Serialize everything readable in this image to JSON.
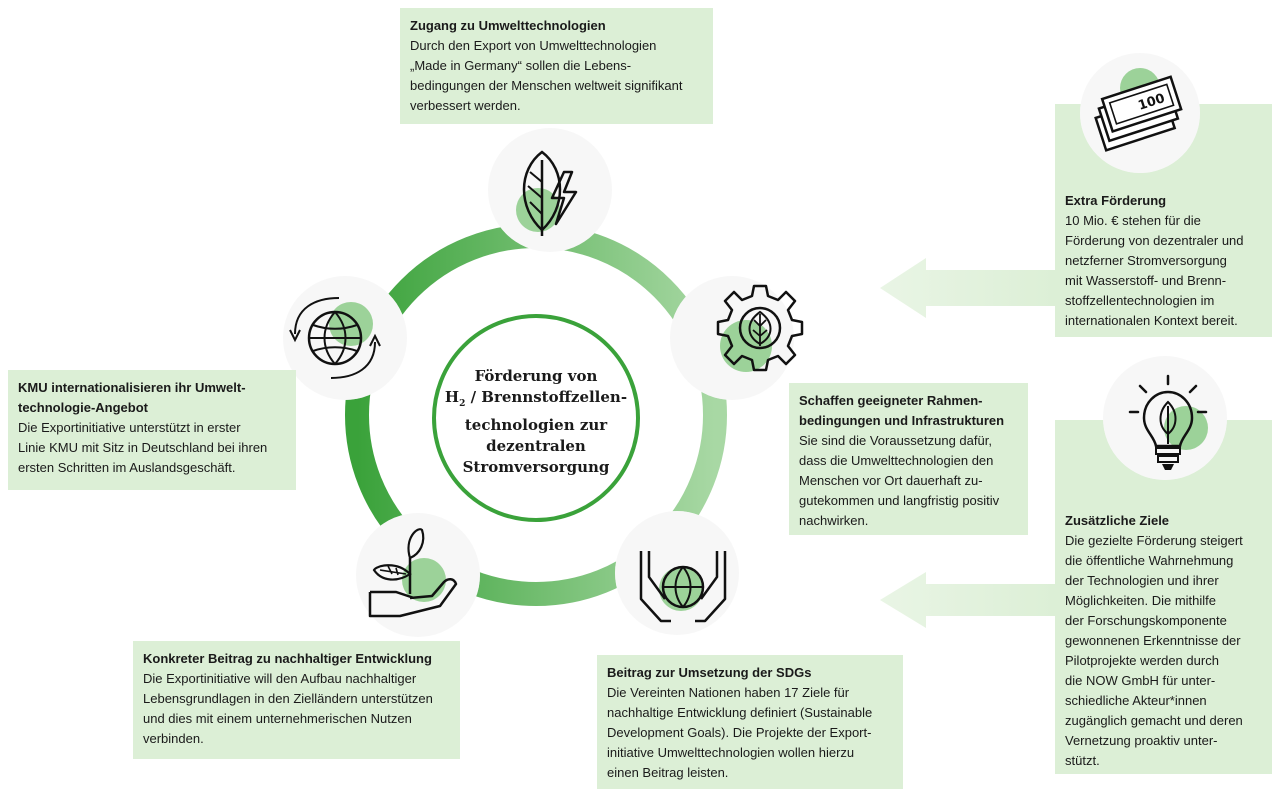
{
  "center": {
    "line1": "Förderung von",
    "h": "H",
    "h_sub": "2",
    "line2_rest": " / Brennstoffzellen-",
    "line3": "technologien zur",
    "line4": "dezentralen",
    "line5": "Stromversorgung"
  },
  "boxes": {
    "zugang": {
      "title": "Zugang zu Umwelttechnologien",
      "text": "Durch den Export von Umwelttechnologien\n„Made in Germany“ sollen die Lebens-\nbedingungen der Menschen weltweit signifikant\nverbessert werden."
    },
    "kmu": {
      "title": "KMU internationalisieren ihr Umwelt-\ntechnologie-Angebot",
      "text": "Die Exportinitiative unterstützt in erster\nLinie KMU mit Sitz in Deutschland bei ihren\nersten Schritten im Auslandsgeschäft."
    },
    "schaffen": {
      "title": "Schaffen geeigneter Rahmen-\nbedingungen und Infrastrukturen",
      "text": "Sie sind die Voraussetzung dafür,\ndass die Umwelttechnologien den\nMenschen vor Ort dauerhaft zu-\ngutekommen und langfristig positiv\nnachwirken."
    },
    "konkret": {
      "title": "Konkreter Beitrag zu nachhaltiger Entwicklung",
      "text": "Die Exportinitiative will den Aufbau nachhaltiger\nLebensgrundlagen in den Zielländern unterstützen\nund dies mit einem unternehmerischen Nutzen\nverbinden."
    },
    "sdgs": {
      "title": "Beitrag zur Umsetzung der SDGs",
      "text": "Die Vereinten Nationen haben 17 Ziele für\nnachhaltige Entwicklung definiert (Sustainable\nDevelopment Goals). Die Projekte der Export-\ninitiative Umwelttechnologien wollen hierzu\neinen Beitrag leisten."
    },
    "extra": {
      "title": "Extra Förderung",
      "text": "10 Mio. € stehen für die\nFörderung von dezentraler und\nnetzferner Stromversorgung\nmit Wasserstoff- und Brenn-\nstoffzellentechnologien im\ninternationalen Kontext bereit."
    },
    "ziele": {
      "title": "Zusätzliche Ziele",
      "text": "Die gezielte Förderung steigert\ndie öffentliche Wahrnehmung\nder Technologien und ihrer\nMöglichkeiten. Die mithilfe\nder Forschungskomponente\ngewonnenen Erkenntnisse der\nPilotprojekte werden durch\ndie NOW GmbH für unter-\nschiedliche Akteur*innen\nzugänglich gemacht und deren\nVernetzung proaktiv unter-\nstützt."
    }
  },
  "banknote_label": "100",
  "icons": [
    "leaf-bolt-icon",
    "gear-leaf-icon",
    "hands-globe-icon",
    "hand-plant-icon",
    "globe-cycle-icon",
    "banknotes-icon",
    "lightbulb-leaf-icon"
  ],
  "colors": {
    "ring_dark": "#3aa23a",
    "ring_light": "#9ed39a",
    "box": "#dcefd6",
    "icon_fill": "#8ccb88",
    "arrow": "#dcefd6"
  }
}
